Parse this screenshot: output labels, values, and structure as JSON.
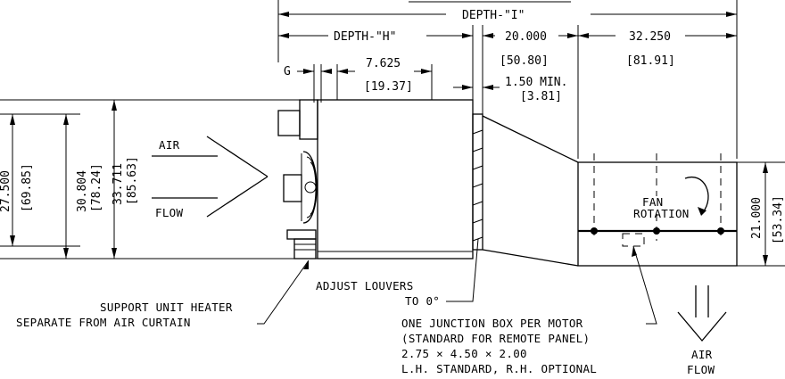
{
  "dimensions": {
    "depth_i": "DEPTH-\"I\"",
    "depth_h": "DEPTH-\"H\"",
    "g": "G",
    "d_7625": "7.625",
    "d_7625_mm": "[19.37]",
    "d_20000": "20.000",
    "d_20000_mm": "[50.80]",
    "d_32250": "32.250",
    "d_32250_mm": "[81.91]",
    "min_150": "1.50 MIN.",
    "min_150_mm": "[3.81]",
    "h_27500": "27.500",
    "h_27500_mm": "[69.85]",
    "h_30804": "30.804",
    "h_30804_mm": "[78.24]",
    "h_33711": "33.711",
    "h_33711_mm": "[85.63]",
    "h_21000": "21.000",
    "h_21000_mm": "[53.34]"
  },
  "labels": {
    "air": "AIR",
    "flow": "FLOW",
    "fan_rotation_1": "FAN",
    "fan_rotation_2": "ROTATION",
    "adjust_louvers_1": "ADJUST LOUVERS",
    "adjust_louvers_2": "TO 0°",
    "support_1": "SUPPORT UNIT HEATER",
    "support_2": "SEPARATE FROM AIR CURTAIN",
    "junction_1": "ONE JUNCTION BOX PER MOTOR",
    "junction_2": "(STANDARD FOR REMOTE PANEL)",
    "junction_3": "2.75 × 4.50 × 2.00",
    "junction_4": "L.H. STANDARD, R.H. OPTIONAL",
    "air_flow_1": "AIR",
    "air_flow_2": "FLOW"
  }
}
